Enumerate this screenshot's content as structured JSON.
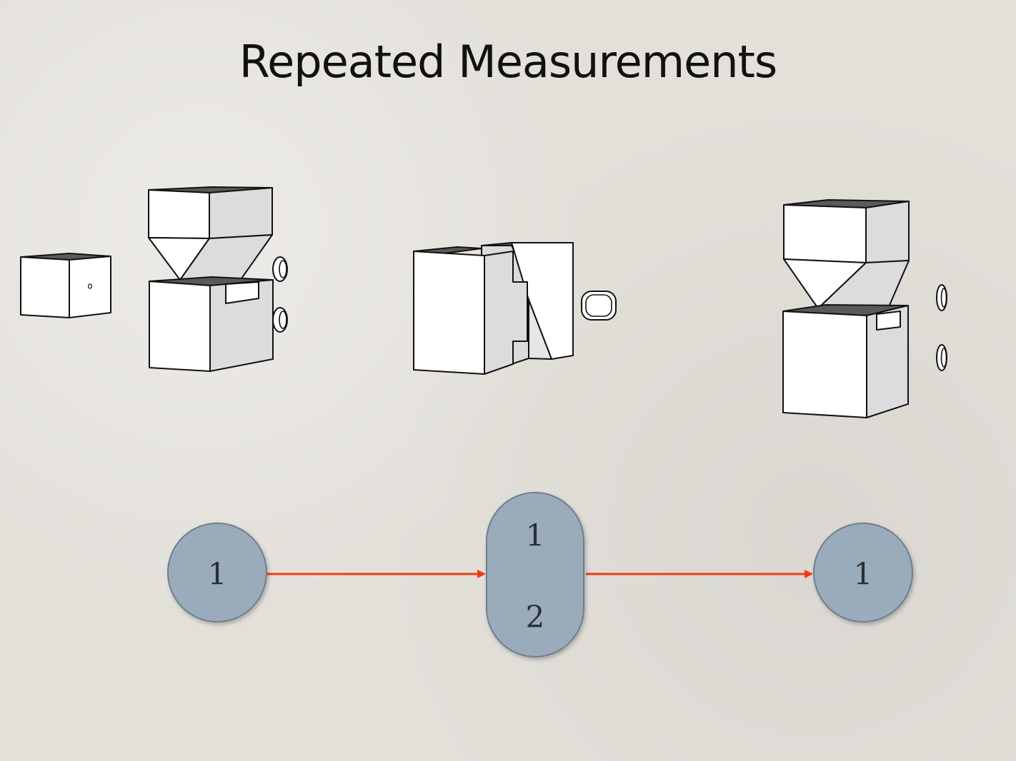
{
  "slide": {
    "title": "Repeated Measurements"
  },
  "diagram": {
    "nodes": [
      {
        "id": "state-1-before",
        "shape": "circle",
        "labels": [
          "1"
        ]
      },
      {
        "id": "state-1-and-2",
        "shape": "stadium",
        "labels": [
          "1",
          "2"
        ]
      },
      {
        "id": "state-1-after",
        "shape": "circle",
        "labels": [
          "1"
        ]
      }
    ],
    "edges": [
      {
        "from": "state-1-before",
        "to": "state-1-and-2"
      },
      {
        "from": "state-1-and-2",
        "to": "state-1-after"
      }
    ],
    "colors": {
      "node_fill": "#9aabbb",
      "node_stroke": "#6f7f8e",
      "arrow": "#f03a17",
      "box_face": "#ffffff",
      "box_side": "#dcdcdc",
      "box_top": "#5a5a5a"
    }
  }
}
